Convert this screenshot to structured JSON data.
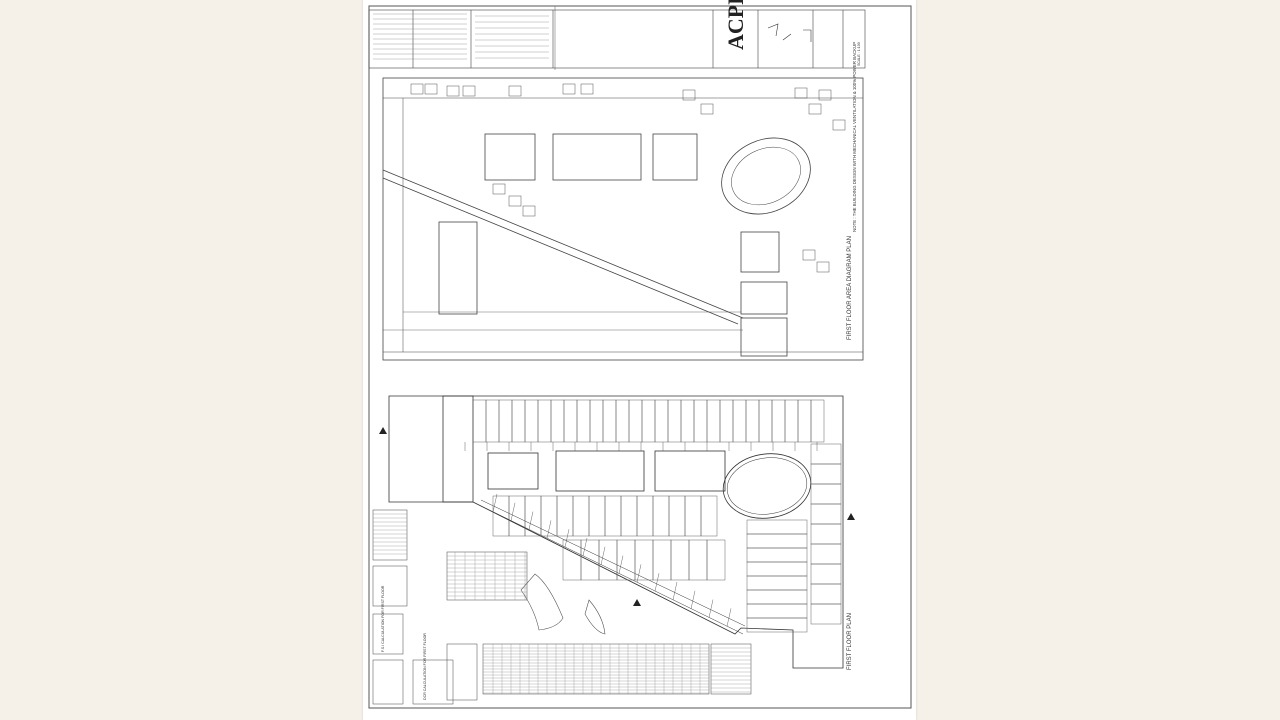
{
  "document": {
    "firm_logo": "ACPL",
    "note": "NOTE : THE BUILDING DESIGN WITH MECHANICAL VENTILATION & 100% POWER BACKUP",
    "upper_plan_title": "FIRST FLOOR AREA DIAGRAM PLAN",
    "lower_plan_title": "FIRST FLOOR PLAN",
    "table_title_1": "F.S.I CALCULATION FOR FIRST FLOOR",
    "table_title_2": "DCR CALCULATION FOR FIRST FLOOR",
    "scale_text": "SCALE : 1:100"
  }
}
